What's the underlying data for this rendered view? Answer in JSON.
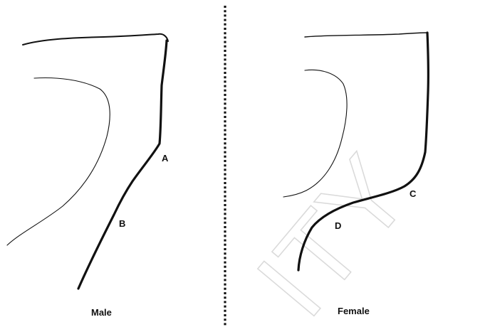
{
  "colors": {
    "ink": "#111111",
    "background": "#ffffff",
    "watermark": "#bdbdbd"
  },
  "male": {
    "caption": "Male",
    "points": [
      "A",
      "B"
    ]
  },
  "female": {
    "caption": "Female",
    "points": [
      "C",
      "D"
    ]
  },
  "watermark": {
    "text": "ITY"
  }
}
